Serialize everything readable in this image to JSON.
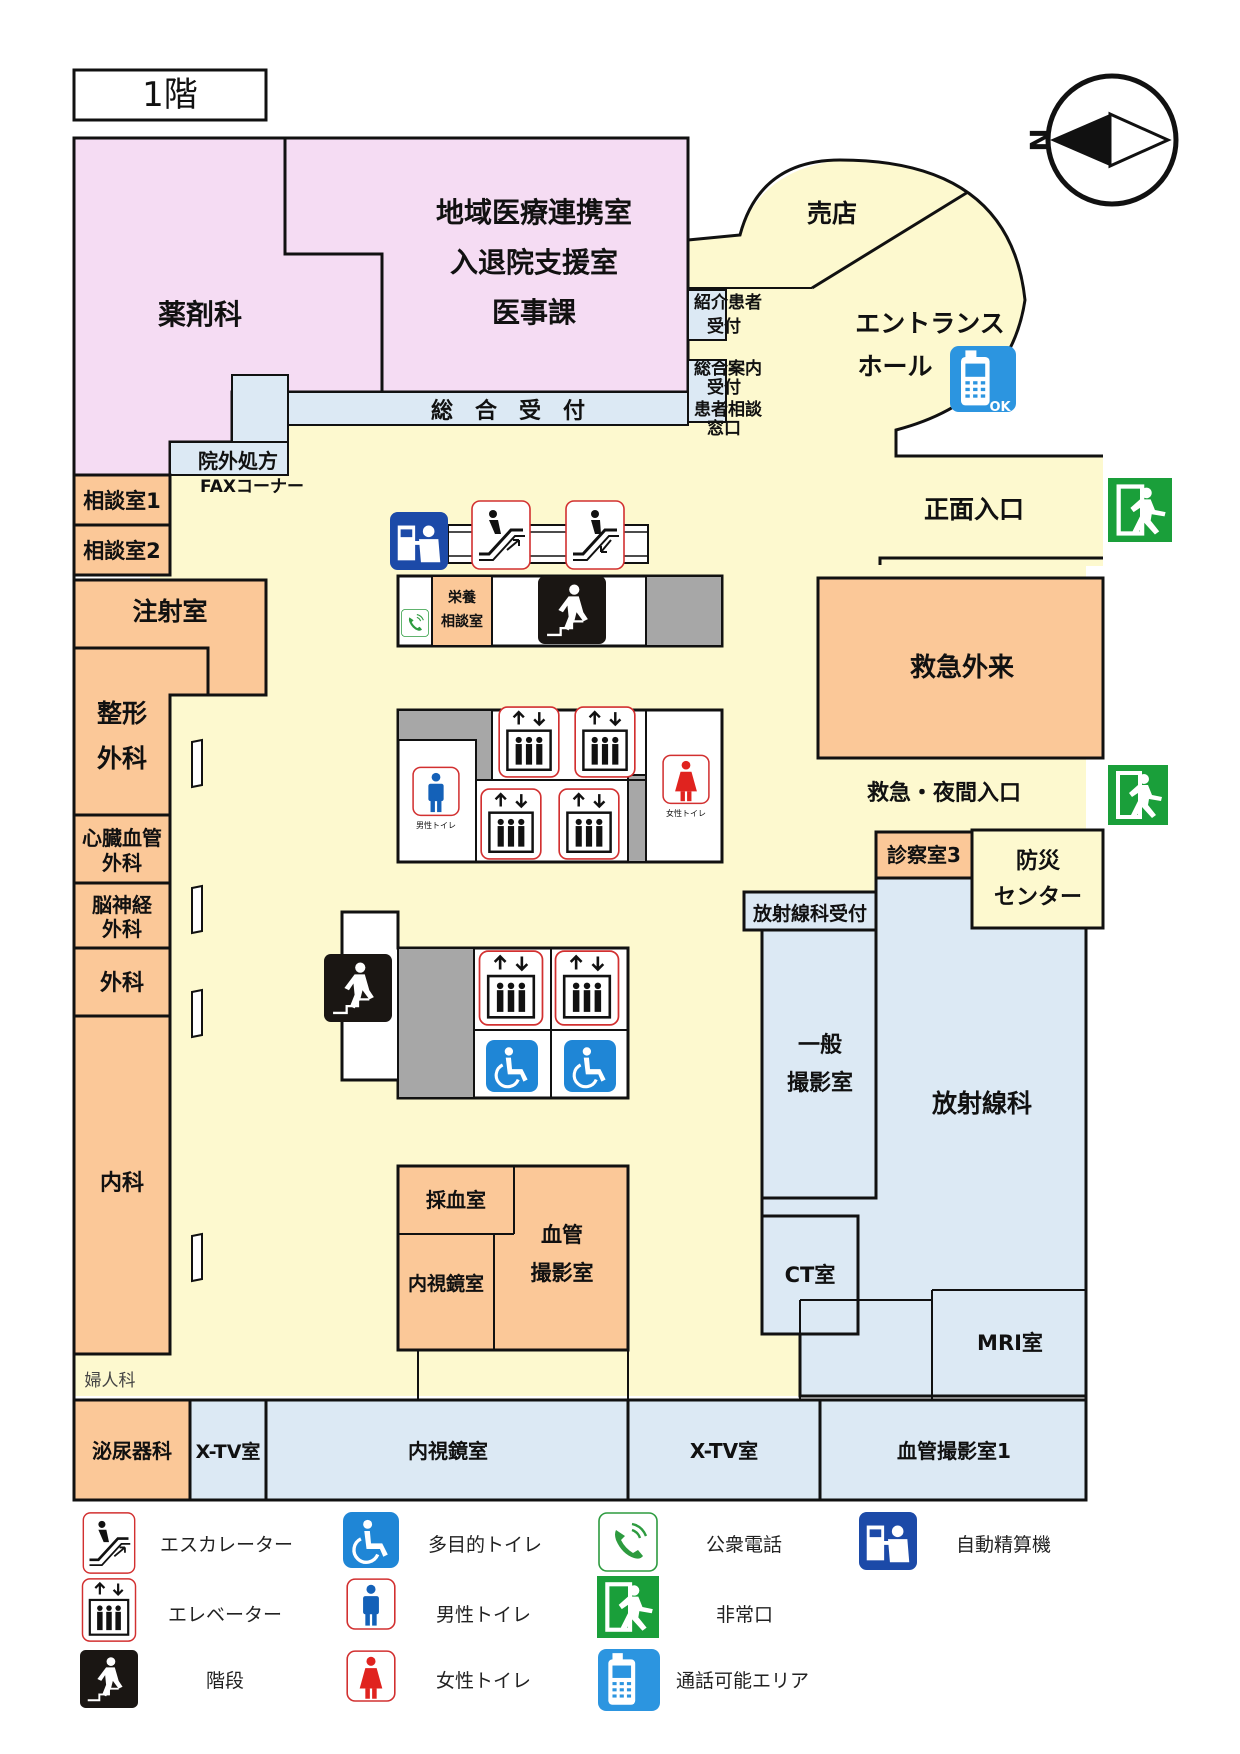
{
  "floor_label": "1階",
  "compass": {
    "north_label": "N"
  },
  "colors": {
    "pharmacy_pink": "#f5dcf3",
    "clinic_orange": "#fbc898",
    "hall_yellow": "#fdf9cf",
    "radiology_blue": "#dce9f4",
    "gray": "#a7a7a7",
    "exit_green": "#1a9f3a",
    "accessible_blue": "#1f86d6",
    "female_red": "#e0231f",
    "male_blue": "#1461b8"
  },
  "rooms": {
    "pharmacy": "薬剤科",
    "regional_1": "地域医療連携室",
    "regional_2": "入退院支援室",
    "regional_3": "医事課",
    "shop": "売店",
    "entrance_hall_1": "エントランス",
    "entrance_hall_2": "ホール",
    "referral_1": "紹介患者",
    "referral_2": "受付",
    "guide_1": "総合案内",
    "guide_2": "受付",
    "consult_1": "患者相談",
    "consult_2": "窓口",
    "reception": "総　合　受　付",
    "prescription": "院外処方",
    "fax_corner": "FAXコーナー",
    "consult_room1": "相談室1",
    "consult_room2": "相談室2",
    "main_entrance": "正面入口",
    "injection": "注射室",
    "nutrition_1": "栄養",
    "nutrition_2": "相談室",
    "emergency_outpatient": "救急外来",
    "orthopedics_1": "整形",
    "orthopedics_2": "外科",
    "cardio_1": "心臓血管",
    "cardio_2": "外科",
    "neuro_1": "脳神経",
    "neuro_2": "外科",
    "surgery": "外科",
    "internal": "内科",
    "gynecology": "婦人科",
    "emergency_entrance": "救急・夜間入口",
    "exam_room3": "診察室3",
    "disaster_1": "防災",
    "disaster_2": "センター",
    "radiology_reception": "放射線科受付",
    "general_xray_1": "一般",
    "general_xray_2": "撮影室",
    "radiology": "放射線科",
    "ct": "CT室",
    "mri": "MRI室",
    "blood_draw": "採血室",
    "endoscopy_small": "内視鏡室",
    "angio_1": "血管",
    "angio_2": "撮影室",
    "urology": "泌尿器科",
    "xtv_1": "X-TV室",
    "endoscopy_bottom": "内視鏡室",
    "xtv_2": "X-TV室",
    "angio_room1": "血管撮影室1"
  },
  "icon_text": {
    "male_small": "男性トイレ",
    "female_small": "女性トイレ",
    "ok": "OK"
  },
  "icons": {
    "escalator": "escalator-icon",
    "elevator": "elevator-icon",
    "stairs": "stairs-icon",
    "accessible_toilet": "accessible-toilet-icon",
    "male_toilet": "male-toilet-icon",
    "female_toilet": "female-toilet-icon",
    "public_phone": "public-phone-icon",
    "emergency_exit": "emergency-exit-icon",
    "phone_ok_area": "phone-ok-area-icon",
    "payment_machine": "payment-machine-icon"
  },
  "legend": {
    "escalator": "エスカレーター",
    "elevator": "エレベーター",
    "stairs": "階段",
    "accessible_toilet": "多目的トイレ",
    "male_toilet": "男性トイレ",
    "female_toilet": "女性トイレ",
    "public_phone": "公衆電話",
    "emergency_exit": "非常口",
    "phone_ok_area": "通話可能エリア",
    "payment_machine": "自動精算機"
  }
}
